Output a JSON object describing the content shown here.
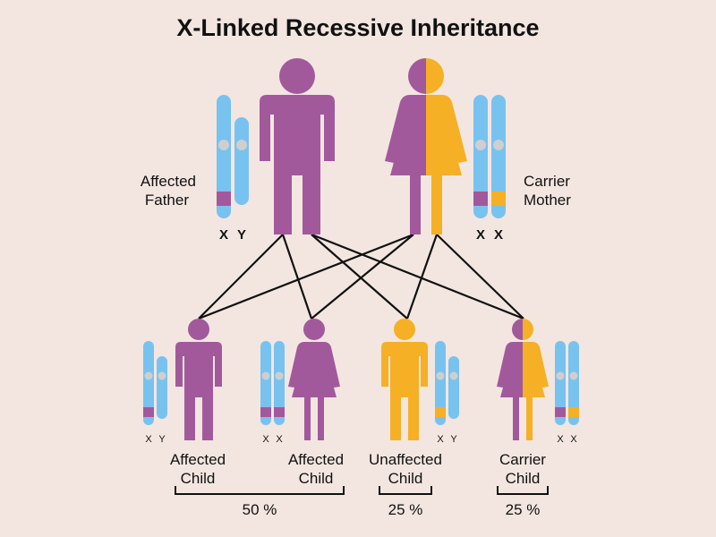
{
  "title": "X-Linked Recessive Inheritance",
  "colors": {
    "background": "#f3e6e0",
    "affected": "#a2599c",
    "unaffected": "#f5b025",
    "chromosome": "#78c2f0",
    "centromere": "#cfcfcf",
    "line": "#111111"
  },
  "parents": {
    "father": {
      "label_line1": "Affected",
      "label_line2": "Father",
      "chromosomes": [
        "X",
        "Y"
      ]
    },
    "mother": {
      "label_line1": "Carrier",
      "label_line2": "Mother",
      "chromosomes": [
        "X",
        "X"
      ]
    }
  },
  "children": [
    {
      "label_line1": "Affected",
      "label_line2": "Child",
      "sex": "male",
      "status": "affected",
      "chromosomes": [
        "X",
        "Y"
      ]
    },
    {
      "label_line1": "Affected",
      "label_line2": "Child",
      "sex": "female",
      "status": "affected",
      "chromosomes": [
        "X",
        "X"
      ]
    },
    {
      "label_line1": "Unaffected",
      "label_line2": "Child",
      "sex": "male",
      "status": "unaffected",
      "chromosomes": [
        "X",
        "Y"
      ]
    },
    {
      "label_line1": "Carrier",
      "label_line2": "Child",
      "sex": "female",
      "status": "carrier",
      "chromosomes": [
        "X",
        "X"
      ]
    }
  ],
  "percentages": {
    "affected": "50 %",
    "unaffected": "25 %",
    "carrier": "25 %"
  }
}
